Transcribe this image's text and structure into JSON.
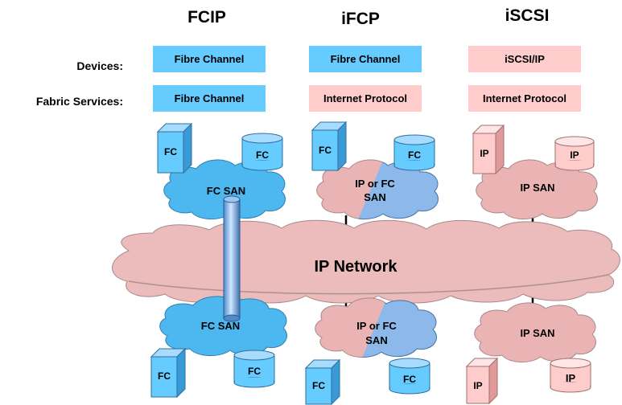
{
  "columns": [
    {
      "title": "FCIP",
      "devices": "Fibre Channel",
      "fabric": "Fibre Channel"
    },
    {
      "title": "iFCP",
      "devices": "Fibre Channel",
      "fabric": "Internet Protocol"
    },
    {
      "title": "iSCSI",
      "devices": "iSCSI/IP",
      "fabric": "Internet Protocol"
    }
  ],
  "rows": {
    "devices": "Devices:",
    "fabric": "Fabric Services:"
  },
  "network": "IP Network",
  "fcip": {
    "top_san": "FC SAN",
    "bottom_san": "FC SAN",
    "top_server": "FC",
    "top_disk": "FC",
    "bottom_server": "FC",
    "bottom_disk": "FC"
  },
  "ifcp": {
    "top_san_line1": "IP or FC",
    "top_san_line2": "SAN",
    "bottom_san_line1": "IP or FC",
    "bottom_san_line2": "SAN",
    "top_server": "FC",
    "top_disk": "FC",
    "bottom_server": "FC",
    "bottom_disk": "FC"
  },
  "iscsi": {
    "top_san": "IP SAN",
    "bottom_san": "IP SAN",
    "top_server": "IP",
    "top_disk": "IP",
    "bottom_server": "IP",
    "bottom_disk": "IP"
  },
  "colors": {
    "fc": "#66ccff",
    "ip": "#ffcccc",
    "fc_cloud": "#4db8ef",
    "ip_cloud": "#eab4b4",
    "network": "#ecbcbc"
  }
}
